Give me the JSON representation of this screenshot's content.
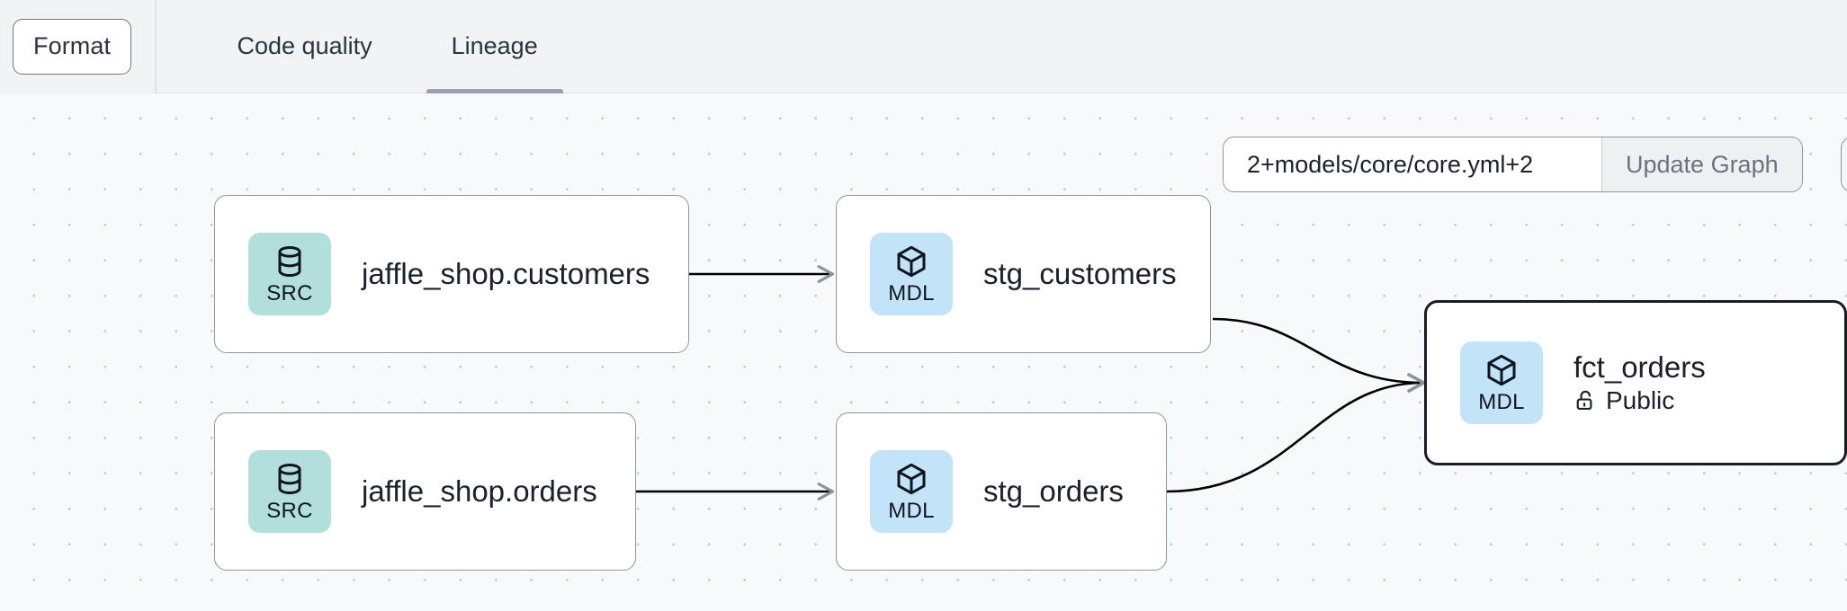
{
  "toolbar": {
    "format_label": "Format",
    "tabs": [
      {
        "label": "Code quality",
        "active": false
      },
      {
        "label": "Lineage",
        "active": true
      }
    ]
  },
  "controls": {
    "selector_value": "2+models/core/core.yml+2",
    "selector_placeholder": "2+models/core/core.yml+2",
    "update_graph_label": "Update Graph"
  },
  "graph": {
    "nodes": [
      {
        "id": "jaffle_shop_customers",
        "title": "jaffle_shop.customers",
        "badge_type": "SRC",
        "badge_icon": "database-icon",
        "selected": false,
        "subtitle": null,
        "access_icon": null
      },
      {
        "id": "stg_customers",
        "title": "stg_customers",
        "badge_type": "MDL",
        "badge_icon": "cube-icon",
        "selected": false,
        "subtitle": null,
        "access_icon": null
      },
      {
        "id": "jaffle_shop_orders",
        "title": "jaffle_shop.orders",
        "badge_type": "SRC",
        "badge_icon": "database-icon",
        "selected": false,
        "subtitle": null,
        "access_icon": null
      },
      {
        "id": "stg_orders",
        "title": "stg_orders",
        "badge_type": "MDL",
        "badge_icon": "cube-icon",
        "selected": false,
        "subtitle": null,
        "access_icon": null
      },
      {
        "id": "fct_orders",
        "title": "fct_orders",
        "badge_type": "MDL",
        "badge_icon": "cube-icon",
        "selected": true,
        "subtitle": "Public",
        "access_icon": "unlock-icon"
      }
    ],
    "edges": [
      {
        "from": "jaffle_shop_customers",
        "to": "stg_customers"
      },
      {
        "from": "jaffle_shop_orders",
        "to": "stg_orders"
      },
      {
        "from": "stg_customers",
        "to": "fct_orders"
      },
      {
        "from": "stg_orders",
        "to": "fct_orders"
      }
    ]
  },
  "colors": {
    "src_badge": "#b2dfdb",
    "mdl_badge": "#c3e3f8",
    "canvas_bg": "#f7f9fb",
    "toolbar_bg": "#f1f3f5",
    "node_border": "#8d95a3",
    "selected_border": "#171c26",
    "active_tab_underline": "#98a2b0",
    "edge_stroke": "#000000"
  }
}
